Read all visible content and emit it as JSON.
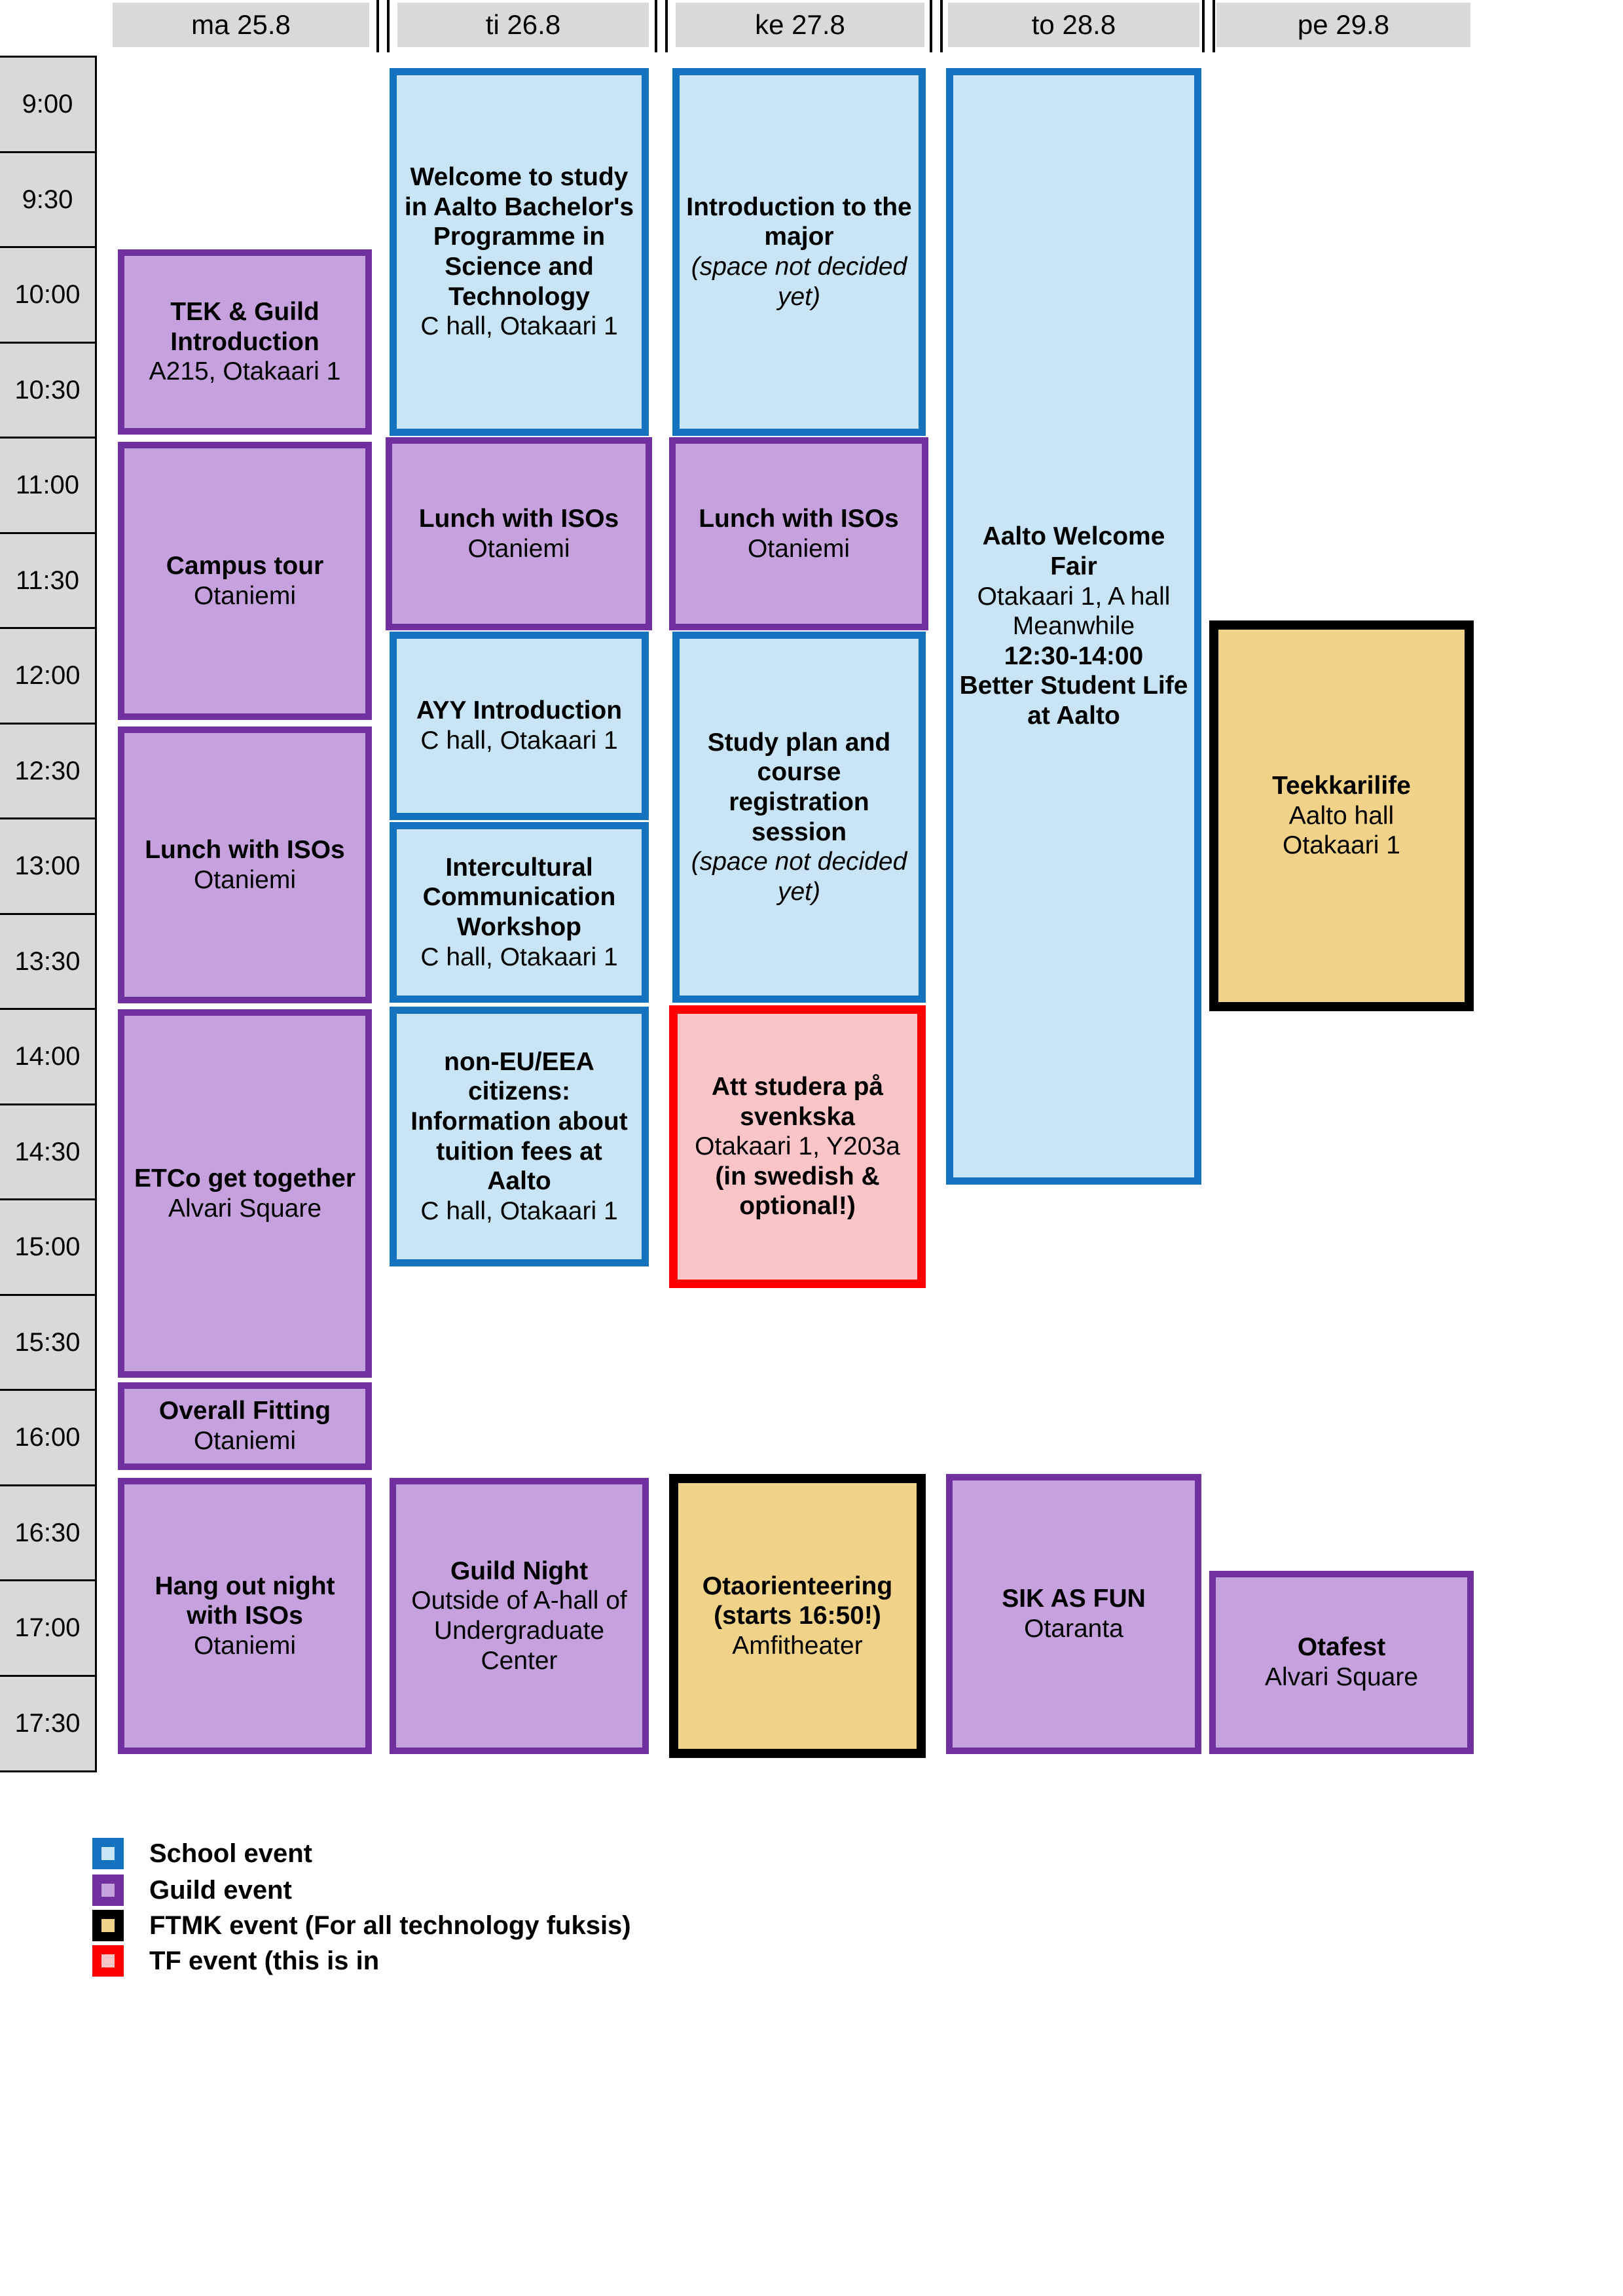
{
  "colors": {
    "header_grey": "#D9D9D9",
    "school_border": "#1572BE",
    "school_fill": "#C9E4F4",
    "guild_border": "#7030A0",
    "guild_fill": "#C5A1DD",
    "ftmk_border": "#000000",
    "ftmk_fill": "#F1D289",
    "tf_border": "#FE0000",
    "tf_fill": "#FBC5C8"
  },
  "header": {
    "days": [
      "ma 25.8",
      "ti 26.8",
      "ke 27.8",
      "to 28.8",
      "pe 29.8"
    ]
  },
  "times": [
    "9:00",
    "9:30",
    "10:00",
    "10:30",
    "11:00",
    "11:30",
    "12:00",
    "12:30",
    "13:00",
    "13:30",
    "14:00",
    "14:30",
    "15:00",
    "15:30",
    "16:00",
    "16:30",
    "17:00",
    "17:30"
  ],
  "events": {
    "tek": {
      "title": "TEK & Guild Introduction",
      "location": "A215, Otakaari 1"
    },
    "campus": {
      "title": "Campus tour",
      "location": "Otaniemi"
    },
    "lunch_ma": {
      "title": "Lunch with ISOs",
      "location": "Otaniemi"
    },
    "etco": {
      "title": "ETCo get together",
      "location": "Alvari Square"
    },
    "overall": {
      "title": "Overall Fitting",
      "location": "Otaniemi"
    },
    "hangout": {
      "title": "Hang out night with ISOs",
      "location": "Otaniemi"
    },
    "welcome": {
      "title": "Welcome to study in Aalto Bachelor's Programme in Science and Technology",
      "location": "C hall, Otakaari 1"
    },
    "lunch_ti": {
      "title": "Lunch with ISOs",
      "location": "Otaniemi"
    },
    "ayy": {
      "title": "AYY Introduction",
      "location": "C hall, Otakaari 1"
    },
    "intercultural": {
      "title": "Intercultural Communication Workshop",
      "location": "C hall, Otakaari 1"
    },
    "noneu": {
      "title": "non-EU/EEA citizens: Information about tuition fees at Aalto",
      "location": "C hall, Otakaari 1"
    },
    "guild_night": {
      "title": "Guild Night",
      "location": "Outside of A-hall of Undergraduate Center"
    },
    "intro_major": {
      "title": "Introduction to the major",
      "note": "(space not decided yet)"
    },
    "lunch_ke": {
      "title": "Lunch with ISOs",
      "location": "Otaniemi"
    },
    "study_plan": {
      "title": "Study plan and course registration session",
      "note": "(space not decided yet)"
    },
    "att_studera": {
      "title": "Att studera på svenkska",
      "location": "Otakaari 1, Y203a",
      "note": "(in swedish & optional!)"
    },
    "otaorienteering": {
      "title": "Otaorienteering (starts 16:50!)",
      "location": "Amfitheater"
    },
    "welcome_fair": {
      "title": "Aalto Welcome Fair",
      "location": "Otakaari 1, A hall",
      "meta": "Meanwhile",
      "time_range": "12:30-14:00",
      "subtitle": "Better Student Life at Aalto"
    },
    "sik": {
      "title": "SIK AS FUN",
      "location": "Otaranta"
    },
    "teekkarilife": {
      "title": "Teekkarilife",
      "location": "Aalto hall",
      "location2": "Otakaari 1"
    },
    "otafest": {
      "title": "Otafest",
      "location": "Alvari Square"
    }
  },
  "legend": {
    "school": "School event",
    "guild": "Guild event",
    "ftmk": "FTMK event (For all technology fuksis)",
    "tf": "TF event (this is in"
  }
}
